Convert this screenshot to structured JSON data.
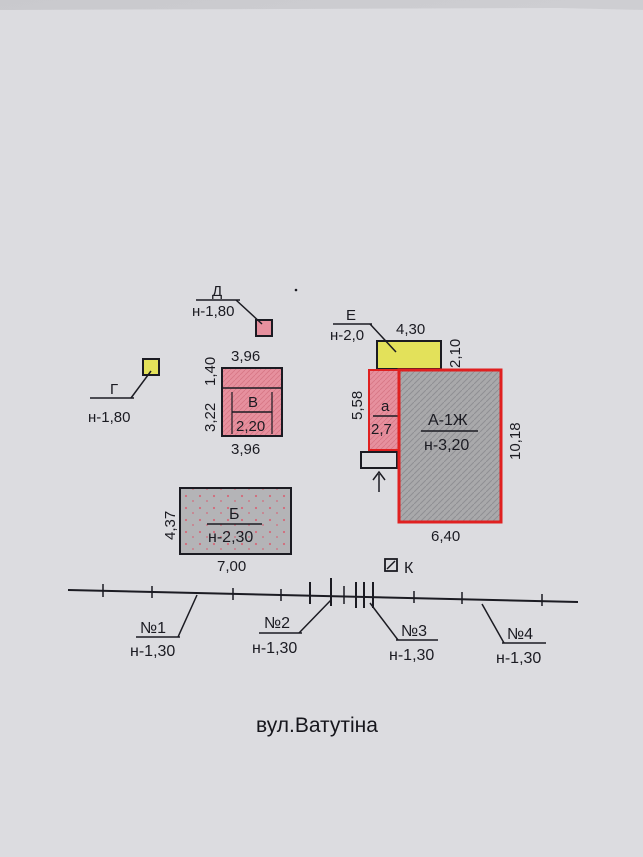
{
  "colors": {
    "paper": "#dcdce0",
    "ink": "#1b1b22",
    "living_fill": "#a9a9ab",
    "hatch_fill": "#b3b3b6",
    "pink_fill": "#e6909e",
    "yellow_fill": "#e3e15a",
    "red_outline": "#e02020"
  },
  "buildings": {
    "a_main": {
      "name": "А-1Ж",
      "height": "н-3,20",
      "width": "6,40",
      "length": "10,18"
    },
    "a_annex": {
      "name": "а",
      "height": "2,7",
      "side": "5,58"
    },
    "e_porch": {
      "name": "Е",
      "height": "н-2,0",
      "width": "4,30",
      "depth": "2,10"
    },
    "b_shed": {
      "name": "Б",
      "height": "н-2,30",
      "width": "7,00",
      "depth": "4,37"
    },
    "v_shed": {
      "name": "В",
      "height": "2,20",
      "top": "3,96",
      "bottom": "3,96",
      "side_a": "3,22",
      "side_b": "1,40"
    },
    "d_post": {
      "name": "Д",
      "height": "н-1,80"
    },
    "g_post": {
      "name": "Г",
      "height": "н-1,80"
    },
    "k_well": {
      "name": "К"
    }
  },
  "fences": [
    {
      "name": "№1",
      "height": "н-1,30"
    },
    {
      "name": "№2",
      "height": "н-1,30"
    },
    {
      "name": "№3",
      "height": "н-1,30"
    },
    {
      "name": "№4",
      "height": "н-1,30"
    }
  ],
  "street": "вул.Ватутіна"
}
